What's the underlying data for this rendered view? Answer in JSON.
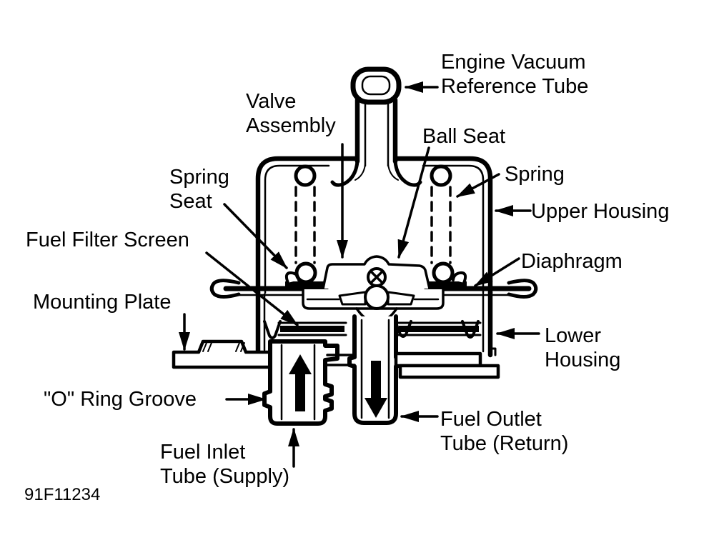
{
  "figure": {
    "code": "91F11234",
    "background_color": "#ffffff",
    "ink_color": "#000000",
    "subject": "Fuel pressure regulator cross-section"
  },
  "labels": {
    "engine_vacuum_reference_tube": {
      "line1": "Engine Vacuum",
      "line2": "Reference Tube"
    },
    "valve_assembly": {
      "line1": "Valve",
      "line2": "Assembly"
    },
    "ball_seat": {
      "text": "Ball Seat"
    },
    "spring": {
      "text": "Spring"
    },
    "spring_seat": {
      "line1": "Spring",
      "line2": "Seat"
    },
    "upper_housing": {
      "text": "Upper Housing"
    },
    "fuel_filter_screen": {
      "text": "Fuel Filter Screen"
    },
    "mounting_plate": {
      "text": "Mounting Plate"
    },
    "diaphragm": {
      "text": "Diaphragm"
    },
    "lower_housing": {
      "line1": "Lower",
      "line2": "Housing"
    },
    "o_ring_groove": {
      "text": "\"O\" Ring Groove"
    },
    "fuel_inlet_tube": {
      "line1": "Fuel Inlet",
      "line2": "Tube (Supply)"
    },
    "fuel_outlet_tube": {
      "line1": "Fuel Outlet",
      "line2": "Tube (Return)"
    }
  }
}
